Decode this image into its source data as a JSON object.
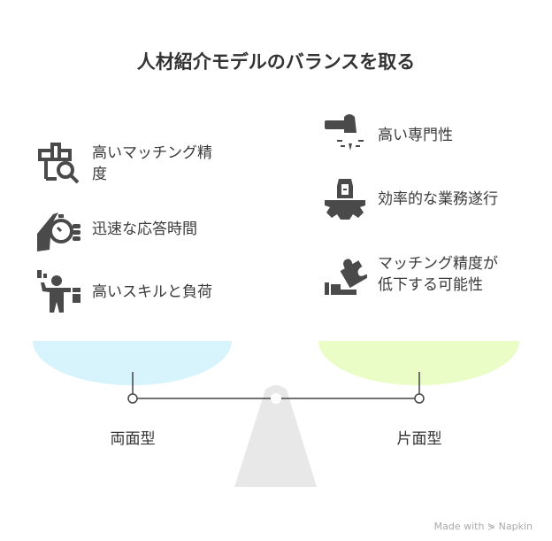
{
  "title": "人材紹介モデルのバランスを取る",
  "left": {
    "label": "両面型",
    "color": "#d7f3fb",
    "items": [
      {
        "icon": "search-grid-icon",
        "text": "高いマッチング精度"
      },
      {
        "icon": "stopwatch-hand-icon",
        "text": "迅速な応答時間"
      },
      {
        "icon": "person-juggling-icon",
        "text": "高いスキルと負荷"
      }
    ]
  },
  "right": {
    "label": "片面型",
    "color": "#ebfdc6",
    "items": [
      {
        "icon": "hammer-icon",
        "text": "高い専門性"
      },
      {
        "icon": "gear-building-icon",
        "text": "効率的な業務遂行"
      },
      {
        "icon": "puzzle-hand-icon",
        "text": "マッチング精度が低下する可能性"
      }
    ]
  },
  "footer": {
    "brand": "Made with ⋟ Napkin"
  }
}
